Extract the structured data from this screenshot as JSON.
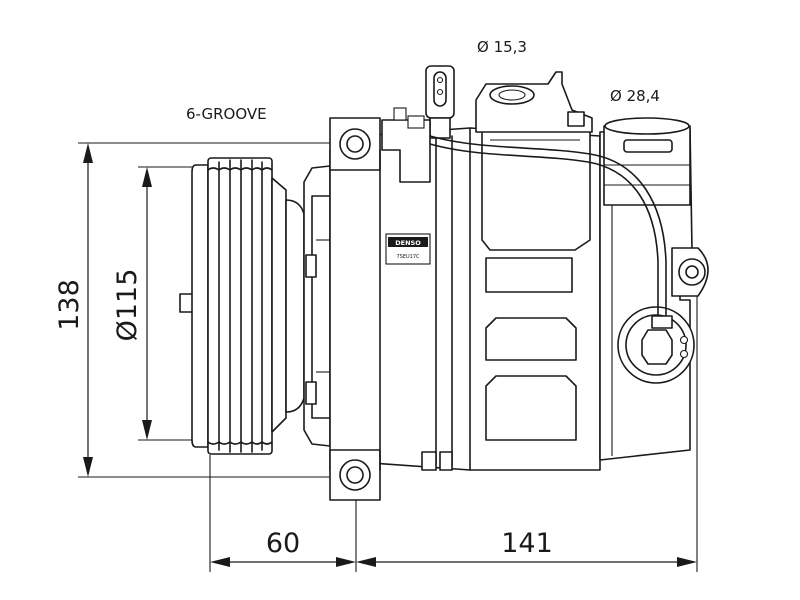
{
  "dimensions": {
    "height": "138",
    "pulley_diameter": "Ø115",
    "offset": "60",
    "length": "141",
    "port_suction": "Ø 28,4",
    "port_discharge": "Ø 15,3"
  },
  "pulley": {
    "grooves_label": "6-GROOVE",
    "groove_count": 6
  },
  "brand": {
    "name": "DENSO",
    "code": "7SEU17C"
  }
}
